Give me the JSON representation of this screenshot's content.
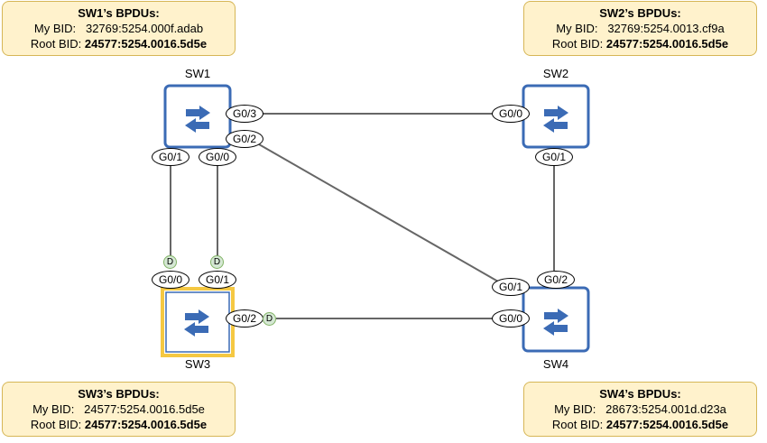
{
  "bpdu_boxes": {
    "sw1": {
      "title": "SW1’s BPDUs:",
      "my_bid_label": "My BID:",
      "my_bid": "32769:5254.000f.adab",
      "root_bid_label": "Root BID:",
      "root_bid": "24577:5254.0016.5d5e"
    },
    "sw2": {
      "title": "SW2’s BPDUs:",
      "my_bid_label": "My BID:",
      "my_bid": "32769:5254.0013.cf9a",
      "root_bid_label": "Root BID:",
      "root_bid": "24577:5254.0016.5d5e"
    },
    "sw3": {
      "title": "SW3’s BPDUs:",
      "my_bid_label": "My BID:",
      "my_bid": "24577:5254.0016.5d5e",
      "root_bid_label": "Root BID:",
      "root_bid": "24577:5254.0016.5d5e"
    },
    "sw4": {
      "title": "SW4’s BPDUs:",
      "my_bid_label": "My BID:",
      "my_bid": "28673:5254.001d.d23a",
      "root_bid_label": "Root BID:",
      "root_bid": "24577:5254.0016.5d5e"
    }
  },
  "switches": {
    "sw1": {
      "name": "SW1"
    },
    "sw2": {
      "name": "SW2"
    },
    "sw3": {
      "name": "SW3",
      "is_root": true
    },
    "sw4": {
      "name": "SW4"
    }
  },
  "ports": {
    "sw1_g03": "G0/3",
    "sw1_g02": "G0/2",
    "sw1_g01": "G0/1",
    "sw1_g00": "G0/0",
    "sw2_g00": "G0/0",
    "sw2_g01": "G0/1",
    "sw3_g00": "G0/0",
    "sw3_g01": "G0/1",
    "sw3_g02": "G0/2",
    "sw4_g01": "G0/1",
    "sw4_g02": "G0/2",
    "sw4_g00": "G0/0"
  },
  "designated_marker": "D",
  "colors": {
    "switch_border": "#3b6bb5",
    "switch_arrows": "#3b6bb5",
    "root_highlight": "#f5c842",
    "box_fill": "#fff2cc",
    "box_border": "#d6b656",
    "link": "#666666",
    "designated_fill": "#d5e8d4"
  }
}
